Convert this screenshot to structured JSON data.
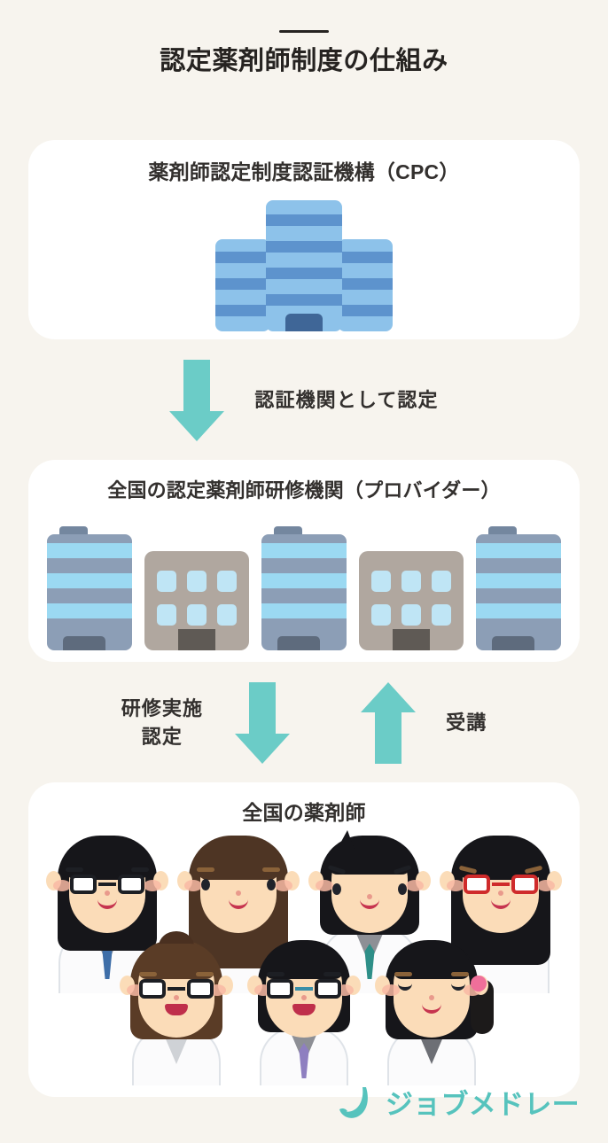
{
  "page": {
    "title": "認定薬剤師制度の仕組み",
    "background_color": "#f7f4ee",
    "accent_color": "#6bccc7"
  },
  "cards": {
    "cpc": {
      "title": "薬剤師認定制度認証機構（CPC）",
      "illustration": "office-building-blue"
    },
    "provider": {
      "title": "全国の認定薬剤師研修機関（プロバイダー）",
      "illustration": "five-buildings"
    },
    "pharmacists": {
      "title": "全国の薬剤師",
      "illustration": "seven-pharmacist-faces"
    }
  },
  "flows": {
    "top": {
      "arrow": "arrow-down",
      "label": "認証機関として認定"
    },
    "bottom": {
      "left_arrow": "arrow-down",
      "left_label": "研修実施\n認定",
      "right_arrow": "arrow-up",
      "right_label": "受講"
    }
  },
  "logo": {
    "mark": "crescent-j-mark",
    "text": "ジョブメドレー",
    "color": "#56c3bd"
  },
  "chart_data": {
    "type": "diagram",
    "title": "認定薬剤師制度の仕組み",
    "nodes": [
      {
        "id": "cpc",
        "label": "薬剤師認定制度認証機構（CPC）"
      },
      {
        "id": "provider",
        "label": "全国の認定薬剤師研修機関（プロバイダー）"
      },
      {
        "id": "pharmacists",
        "label": "全国の薬剤師"
      }
    ],
    "edges": [
      {
        "from": "cpc",
        "to": "provider",
        "label": "認証機関として認定",
        "direction": "down"
      },
      {
        "from": "provider",
        "to": "pharmacists",
        "label": "研修実施 認定",
        "direction": "down"
      },
      {
        "from": "pharmacists",
        "to": "provider",
        "label": "受講",
        "direction": "up"
      }
    ]
  }
}
